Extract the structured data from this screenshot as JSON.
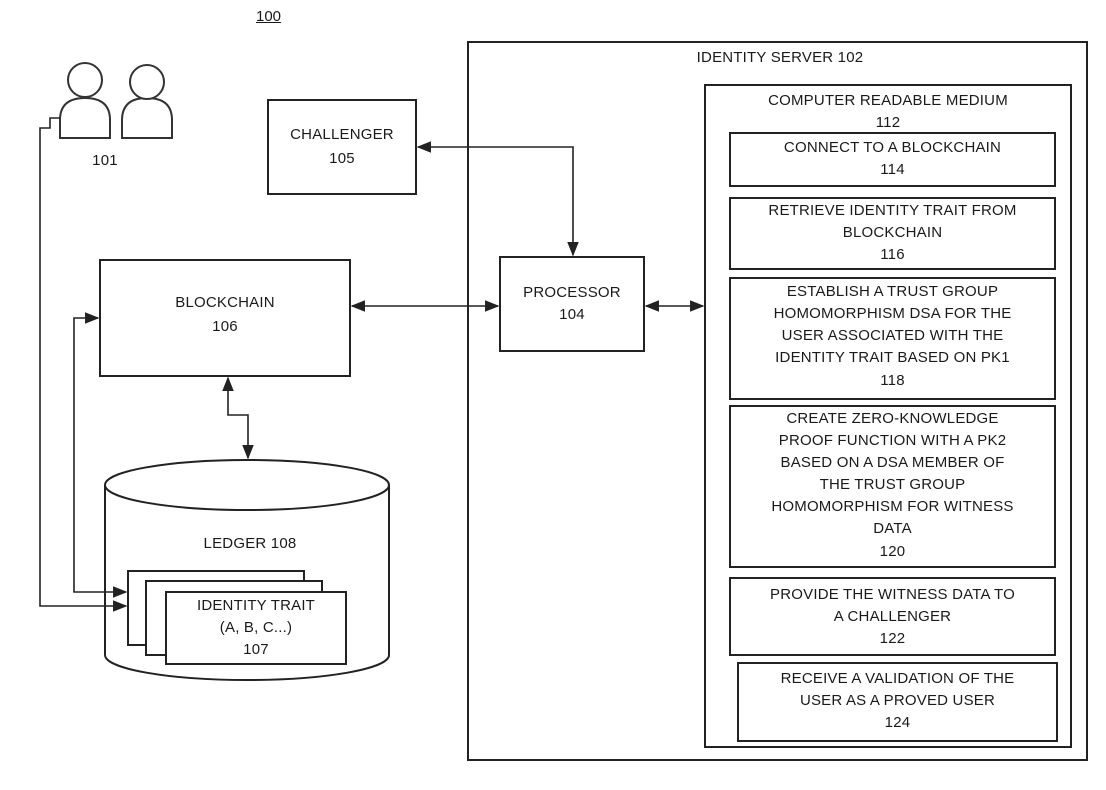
{
  "figure_number": "100",
  "users": {
    "label": "101"
  },
  "challenger": {
    "title": "CHALLENGER",
    "ref": "105"
  },
  "blockchain": {
    "title": "BLOCKCHAIN",
    "ref": "106"
  },
  "ledger": {
    "title": "LEDGER 108"
  },
  "identity_trait": {
    "title": "IDENTITY TRAIT",
    "value": "(A, B, C...)",
    "ref": "107"
  },
  "processor": {
    "title": "PROCESSOR",
    "ref": "104"
  },
  "identity_server": {
    "title": "IDENTITY SERVER  102"
  },
  "crm": {
    "title": "COMPUTER READABLE MEDIUM",
    "ref": "112"
  },
  "steps": [
    {
      "text": "CONNECT TO A BLOCKCHAIN",
      "ref": "114"
    },
    {
      "text": "RETRIEVE IDENTITY TRAIT FROM\nBLOCKCHAIN",
      "ref": "116"
    },
    {
      "text": "ESTABLISH A TRUST GROUP\nHOMOMORPHISM DSA FOR THE\nUSER ASSOCIATED WITH THE\nIDENTITY TRAIT BASED ON PK1",
      "ref": "118"
    },
    {
      "text": "CREATE ZERO-KNOWLEDGE\nPROOF FUNCTION WITH A PK2\nBASED ON A DSA MEMBER OF\nTHE TRUST GROUP\nHOMOMORPHISM FOR WITNESS\nDATA",
      "ref": "120"
    },
    {
      "text": "PROVIDE THE WITNESS DATA TO\nA CHALLENGER",
      "ref": "122"
    },
    {
      "text": "RECEIVE A VALIDATION OF THE\nUSER AS A PROVED USER",
      "ref": "124"
    }
  ]
}
